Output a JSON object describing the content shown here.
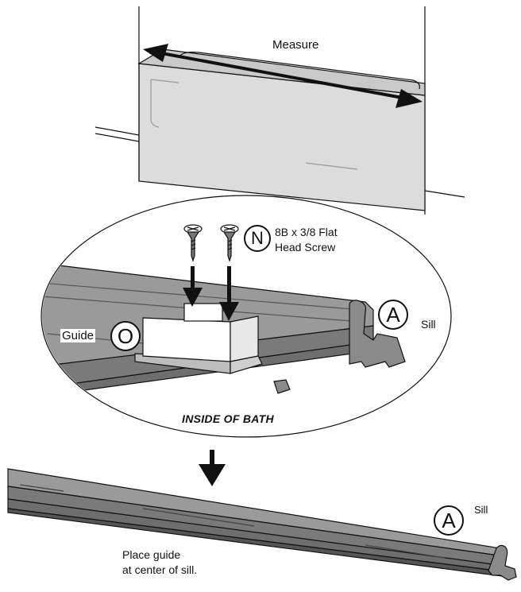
{
  "labels": {
    "measure": "Measure",
    "screw_callout": "N",
    "screw_line1": "8B x 3/8 Flat",
    "screw_line2": "Head Screw",
    "sill_callout": "A",
    "sill": "Sill",
    "guide": "Guide",
    "guide_callout": "O",
    "inside_of_bath": "INSIDE OF BATH",
    "sill_callout_bottom": "A",
    "sill_bottom": "Sill",
    "place_line1": "Place guide",
    "place_line2": "at center of sill."
  },
  "colors": {
    "stroke": "#111111",
    "tub_fill": "#dcdcdc",
    "sill_fill": "#9a9a9a",
    "sill_dark": "#6e6e6e",
    "guide_fill": "#ffffff"
  }
}
